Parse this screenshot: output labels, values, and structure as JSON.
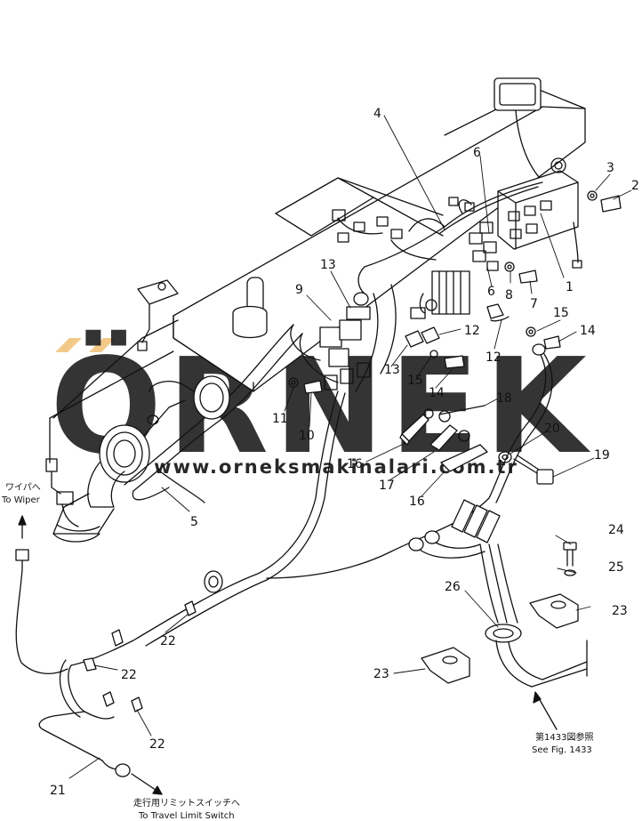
{
  "watermark": {
    "brand": "ÖRNEK",
    "url": "www.orneksmakinalari.com.tr",
    "color": "#c8c8c8",
    "accent": "#f3c98a"
  },
  "captions": {
    "wiper_jp": "ワイパへ",
    "wiper_en": "To Wiper",
    "travel_jp": "走行用リミットスイッチへ",
    "travel_en": "To Travel Limit Switch",
    "seefig_jp": "第1433図参照",
    "seefig_en": "See Fig. 1433"
  },
  "callouts": [
    {
      "id": "c1",
      "label": "1"
    },
    {
      "id": "c2",
      "label": "2"
    },
    {
      "id": "c3",
      "label": "3"
    },
    {
      "id": "c4",
      "label": "4"
    },
    {
      "id": "c5",
      "label": "5"
    },
    {
      "id": "c6a",
      "label": "6"
    },
    {
      "id": "c6b",
      "label": "6"
    },
    {
      "id": "c7",
      "label": "7"
    },
    {
      "id": "c8",
      "label": "8"
    },
    {
      "id": "c9",
      "label": "9"
    },
    {
      "id": "c10",
      "label": "10"
    },
    {
      "id": "c11",
      "label": "11"
    },
    {
      "id": "c12a",
      "label": "12"
    },
    {
      "id": "c12b",
      "label": "12"
    },
    {
      "id": "c13a",
      "label": "13"
    },
    {
      "id": "c13b",
      "label": "13"
    },
    {
      "id": "c14a",
      "label": "14"
    },
    {
      "id": "c14b",
      "label": "14"
    },
    {
      "id": "c15a",
      "label": "15"
    },
    {
      "id": "c15b",
      "label": "15"
    },
    {
      "id": "c16a",
      "label": "16"
    },
    {
      "id": "c16b",
      "label": "16"
    },
    {
      "id": "c17",
      "label": "17"
    },
    {
      "id": "c18",
      "label": "18"
    },
    {
      "id": "c19",
      "label": "19"
    },
    {
      "id": "c20",
      "label": "20"
    },
    {
      "id": "c21",
      "label": "21"
    },
    {
      "id": "c22a",
      "label": "22"
    },
    {
      "id": "c22b",
      "label": "22"
    },
    {
      "id": "c22c",
      "label": "22"
    },
    {
      "id": "c23a",
      "label": "23"
    },
    {
      "id": "c23b",
      "label": "23"
    },
    {
      "id": "c24",
      "label": "24"
    },
    {
      "id": "c25",
      "label": "25"
    },
    {
      "id": "c26",
      "label": "26"
    }
  ]
}
